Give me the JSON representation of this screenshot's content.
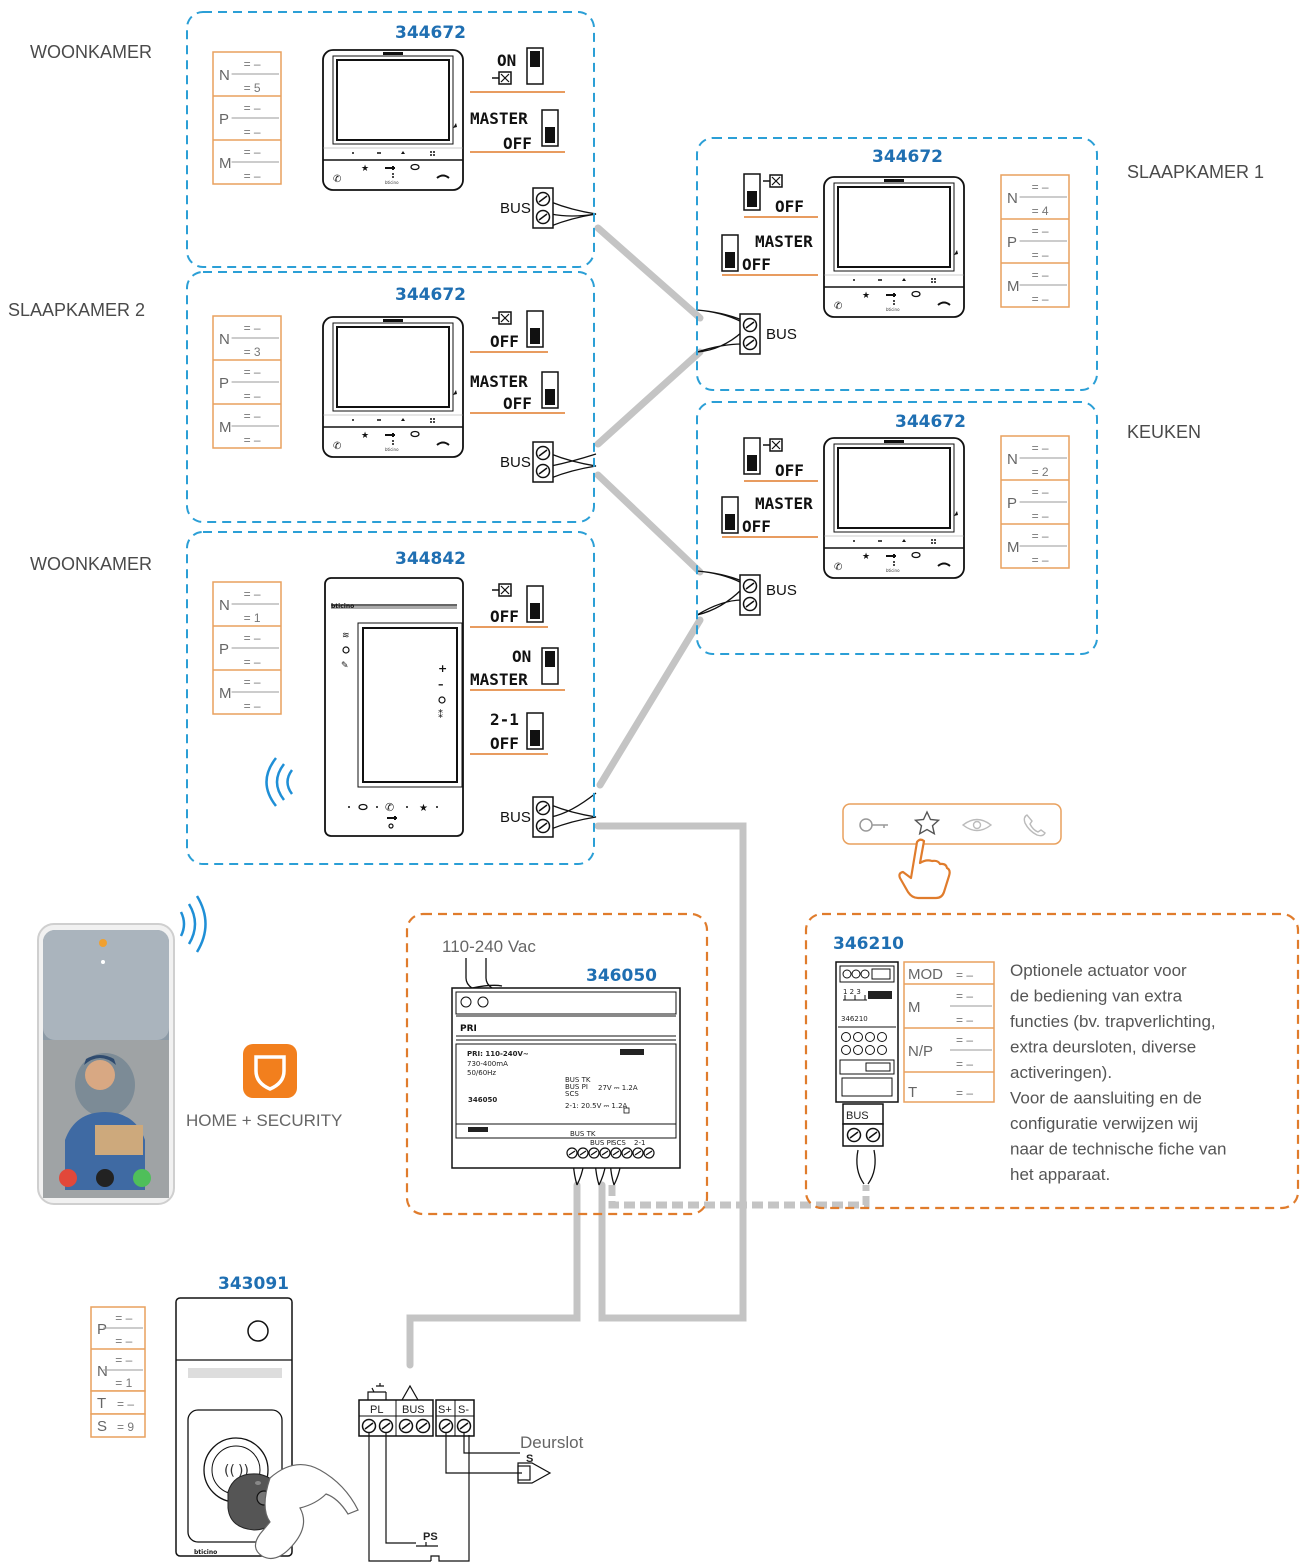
{
  "rooms": {
    "woonkamer_top": "WOONKAMER",
    "slaapkamer2": "SLAAPKAMER 2",
    "woonkamer_bottom": "WOONKAMER",
    "slaapkamer1": "SLAAPKAMER 1",
    "keuken": "KEUKEN"
  },
  "codes": {
    "monitor": "344672",
    "classe300": "344842",
    "power": "346050",
    "actuator": "346210",
    "entrance": "343091"
  },
  "switches": {
    "on": "ON",
    "off": "OFF",
    "master": "MASTER",
    "two_one": "2-1",
    "bus": "BUS"
  },
  "configurators": {
    "n": "N",
    "p": "P",
    "m": "M",
    "t": "T",
    "s": "S",
    "mod": "MOD",
    "np": "N/P",
    "eq": "=",
    "dash": "–",
    "n_woonkamer_top": "5",
    "n_slaapkamer2": "3",
    "n_woonkamer_bottom": "1",
    "n_slaapkamer1": "4",
    "n_keuken": "2",
    "n_entrance": "1",
    "s_entrance": "9"
  },
  "power": {
    "input": "110-240 Vac",
    "pri": "PRI",
    "spec1": "PRI: 110-240V~",
    "spec2": "730-400mA",
    "spec3": "50/60Hz",
    "model": "346050",
    "out1": "BUS TK",
    "out2": "BUS PI",
    "out3": "SCS",
    "out_v": "27V ⎓ 1.2A",
    "out_aux": "2-1: 20.5V ⎓ 1.2A",
    "term_labels": [
      "BUS TK",
      "BUS PI",
      "SCS",
      "2-1"
    ]
  },
  "actuator": {
    "note": [
      "Optionele actuator voor",
      "de bediening van extra",
      "functies (bv. trapverlichting,",
      "extra deursloten, diverse",
      "activeringen).",
      "Voor de aansluiting en de",
      "configuratie verwijzen wij",
      "naar de technische fiche van",
      "het apparaat."
    ],
    "model_label": "346210",
    "terminals": "1  2  3"
  },
  "app": {
    "label": "HOME + SECURITY"
  },
  "entrance": {
    "terminals": [
      "PL",
      "BUS",
      "S+",
      "S-"
    ],
    "deurslot": "Deurslot",
    "s_label": "S",
    "ps_label": "PS",
    "brand": "bticino"
  },
  "colors": {
    "blue_dash": "#2b9fd6",
    "orange_dash": "#e07c2c",
    "code_blue": "#1f6fb2",
    "orange_border": "#e9a15e",
    "cable": "#c4c4c4"
  }
}
